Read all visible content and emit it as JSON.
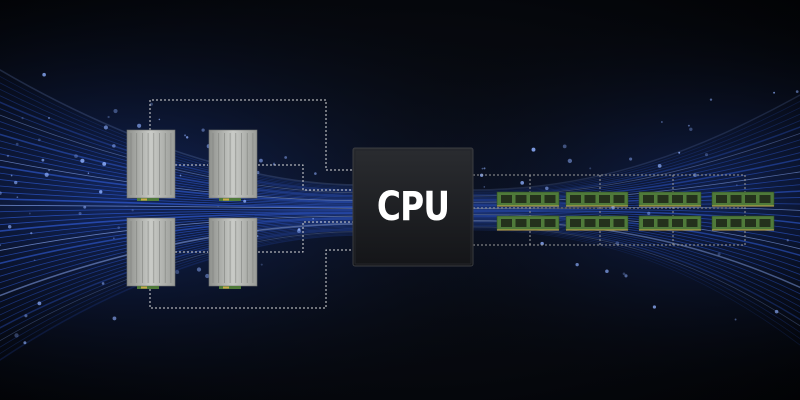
{
  "cpu": {
    "label": "CPU"
  },
  "diagram": {
    "left_modules": [
      "gpu-module",
      "gpu-module",
      "gpu-module",
      "gpu-module"
    ],
    "right_modules": [
      "memory-dimm",
      "memory-dimm",
      "memory-dimm",
      "memory-dimm",
      "memory-dimm",
      "memory-dimm",
      "memory-dimm",
      "memory-dimm"
    ]
  },
  "colors": {
    "background": "#05070c",
    "stream": "#2f5bd6",
    "stream_highlight": "#8fb0ff",
    "module_metal": "#b8bab6",
    "dimm_green": "#4f7a3a",
    "connector": "#d8d8d8"
  }
}
